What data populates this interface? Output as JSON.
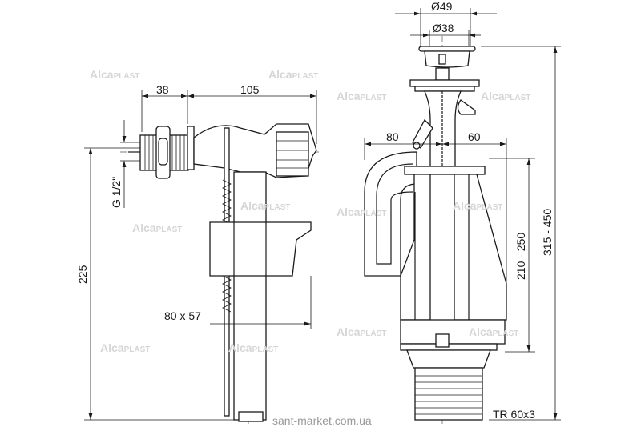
{
  "watermark_brand": "Alcaplast",
  "site_watermark": "sant-market.com.ua",
  "fill_valve": {
    "dim_thread_length": "38",
    "dim_body_length": "105",
    "dim_thread": "G 1/2\"",
    "dim_height": "225",
    "dim_float": "80 x 57"
  },
  "flush_valve": {
    "dim_button_outer": "Ø49",
    "dim_button_inner": "Ø38",
    "dim_left": "80",
    "dim_right": "60",
    "dim_overflow_height": "210 - 250",
    "dim_total_height": "315 - 450",
    "dim_thread": "TR 60x3"
  }
}
